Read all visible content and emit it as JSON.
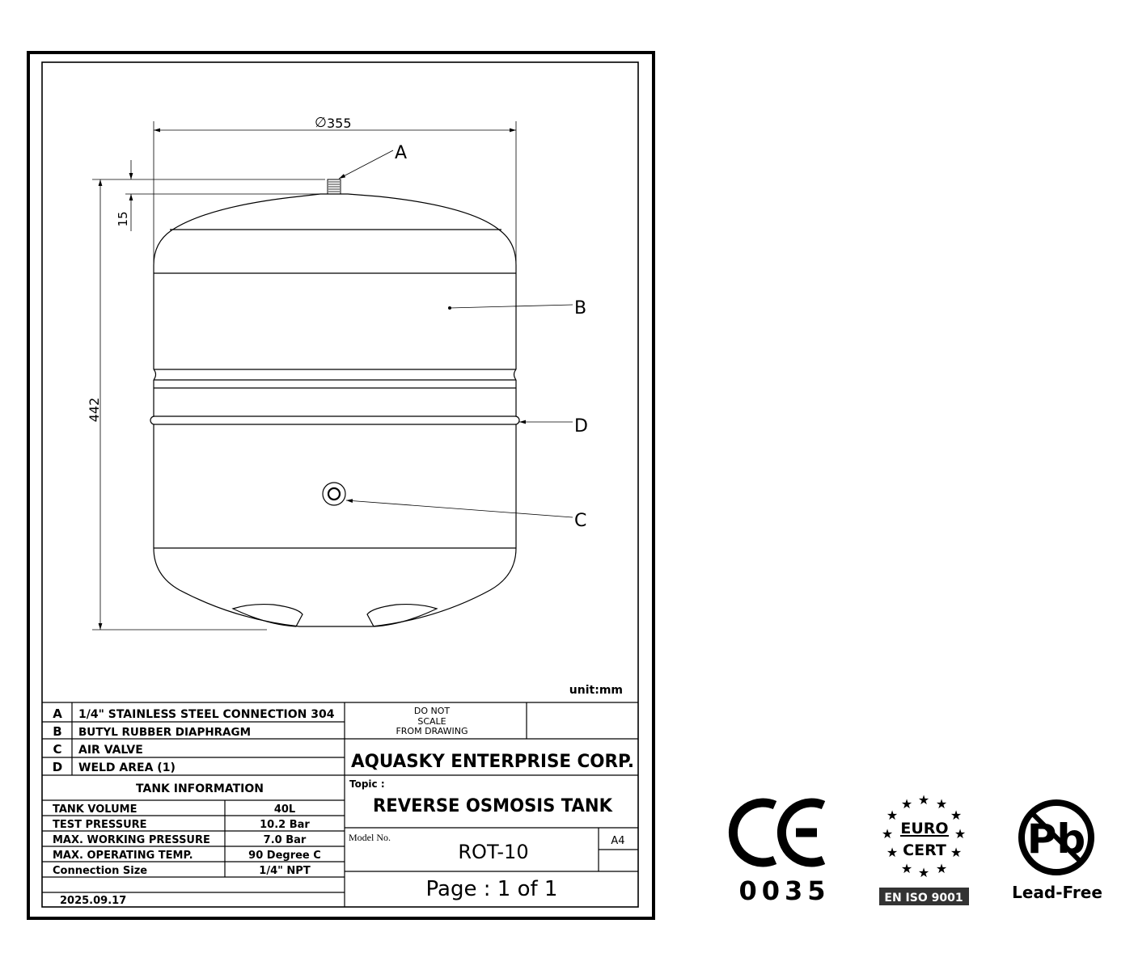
{
  "drawing": {
    "dimensions": {
      "diameter_symbol": "∅",
      "diameter": "355",
      "height": "442",
      "connection_height": "15"
    },
    "callouts": {
      "a": "A",
      "b": "B",
      "c": "C",
      "d": "D"
    },
    "unit": "unit:mm"
  },
  "parts": [
    {
      "key": "A",
      "desc": "1/4\" STAINLESS STEEL CONNECTION 304"
    },
    {
      "key": "B",
      "desc": "BUTYL RUBBER DIAPHRAGM"
    },
    {
      "key": "C",
      "desc": "AIR VALVE"
    },
    {
      "key": "D",
      "desc": "WELD AREA (1)"
    }
  ],
  "tank_info": {
    "heading": "TANK INFORMATION",
    "rows": [
      {
        "label": "TANK VOLUME",
        "value": "40L"
      },
      {
        "label": "TEST PRESSURE",
        "value": "10.2 Bar"
      },
      {
        "label": "MAX. WORKING PRESSURE",
        "value": "7.0 Bar"
      },
      {
        "label": "MAX. OPERATING TEMP.",
        "value": "90 Degree C"
      },
      {
        "label": "Connection Size",
        "value": "1/4\" NPT"
      }
    ],
    "date": "2025.09.17"
  },
  "title_block": {
    "note_line1": "DO NOT",
    "note_line2": "SCALE",
    "note_line3": "FROM DRAWING",
    "company": "AQUASKY ENTERPRISE CORP.",
    "topic_label": "Topic :",
    "topic": "REVERSE OSMOSIS TANK",
    "model_label": "Model No.",
    "model": "ROT-10",
    "size": "A4",
    "page": "Page : 1 of 1"
  },
  "certifications": {
    "ce_mark": "CE",
    "ce_number": "0035",
    "euro_line1": "EURO",
    "euro_line2": "CERT",
    "iso": "EN ISO 9001",
    "lead_free_symbol": "Pb",
    "lead_free": "Lead-Free"
  }
}
